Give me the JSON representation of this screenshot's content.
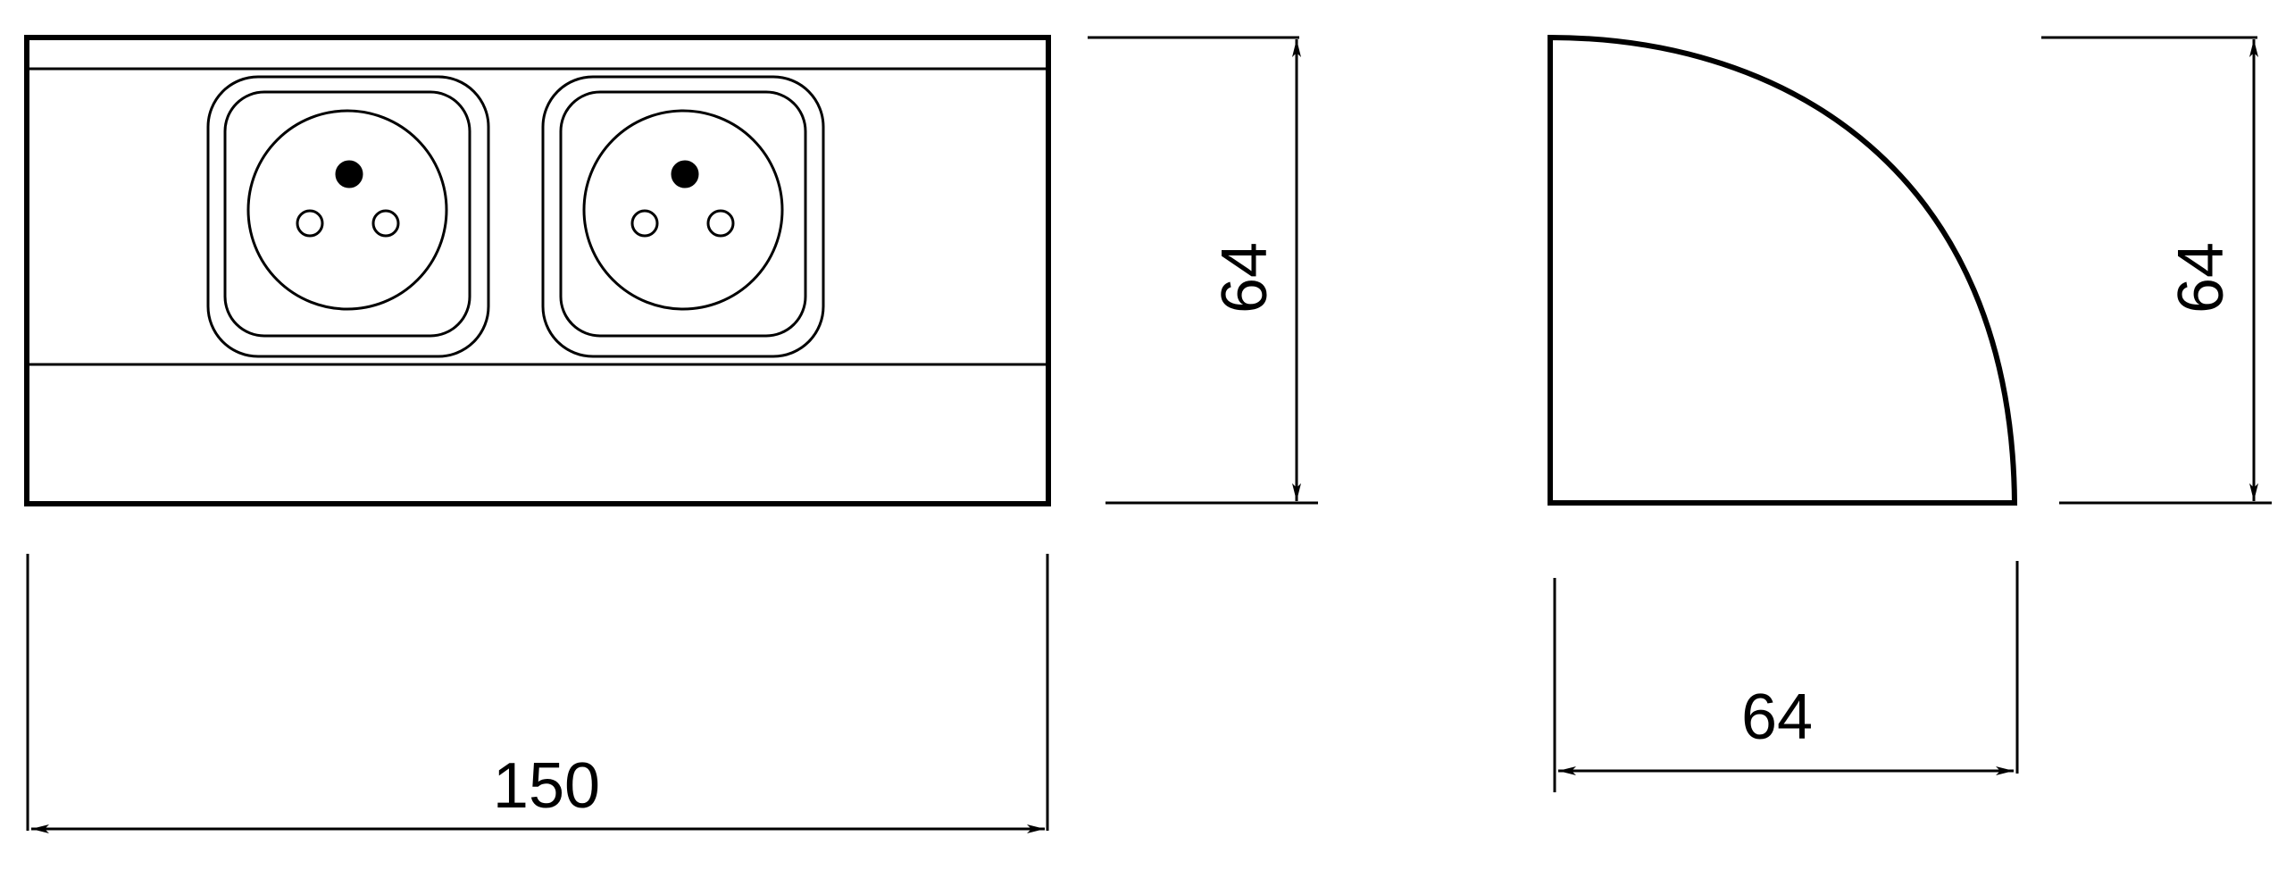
{
  "dimensions": {
    "front_width": "150",
    "front_height": "64",
    "side_width": "64",
    "side_height": "64"
  },
  "sockets": [
    {
      "name": "socket-left"
    },
    {
      "name": "socket-right"
    }
  ],
  "colors": {
    "line": "#000000",
    "background": "#ffffff"
  }
}
